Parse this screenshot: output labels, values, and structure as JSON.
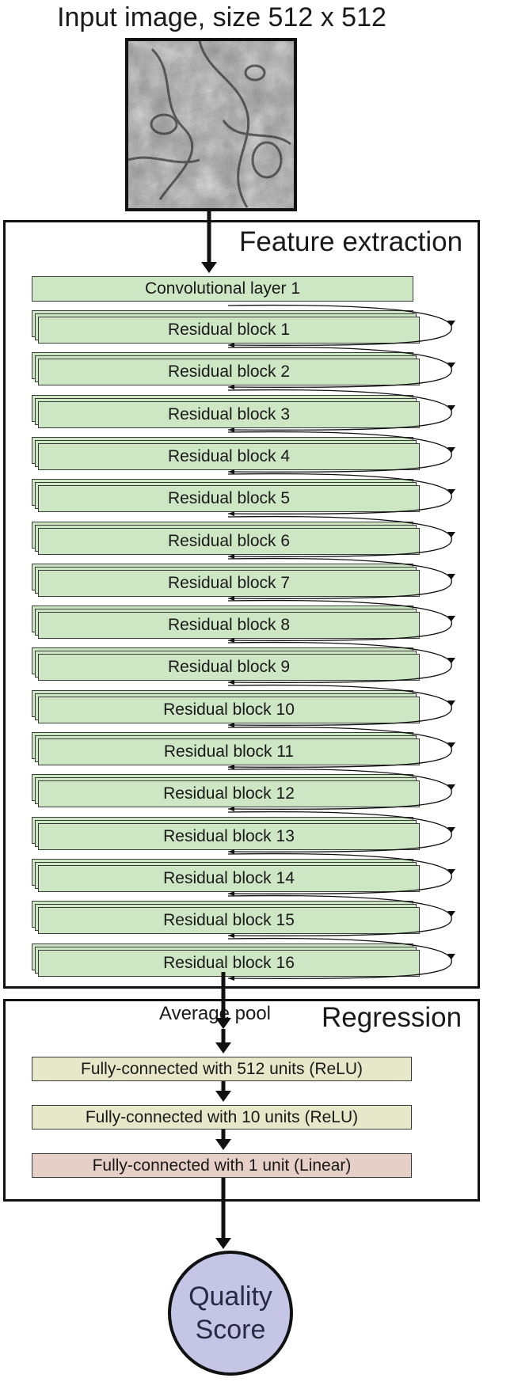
{
  "input": {
    "title": "Input image, size 512 x 512"
  },
  "feature_extraction": {
    "title": "Feature extraction",
    "conv_layer": "Convolutional layer 1",
    "residual_blocks": [
      "Residual block 1",
      "Residual block 2",
      "Residual block 3",
      "Residual block 4",
      "Residual block 5",
      "Residual block 6",
      "Residual block 7",
      "Residual block 8",
      "Residual block 9",
      "Residual block 10",
      "Residual block 11",
      "Residual block 12",
      "Residual block 13",
      "Residual block 14",
      "Residual block 15",
      "Residual block 16"
    ]
  },
  "regression": {
    "title": "Regression",
    "pool_label": "Average pool",
    "layers": [
      "Fully-connected with 512 units (ReLU)",
      "Fully-connected with 10 units (ReLU)",
      "Fully-connected with 1 unit (Linear)"
    ]
  },
  "output": {
    "line1": "Quality",
    "line2": "Score"
  },
  "colors": {
    "residual": "#cde6c4",
    "fc_relu": "#e7e7c9",
    "fc_linear": "#e6cfc7",
    "score": "#c5c5e6"
  }
}
